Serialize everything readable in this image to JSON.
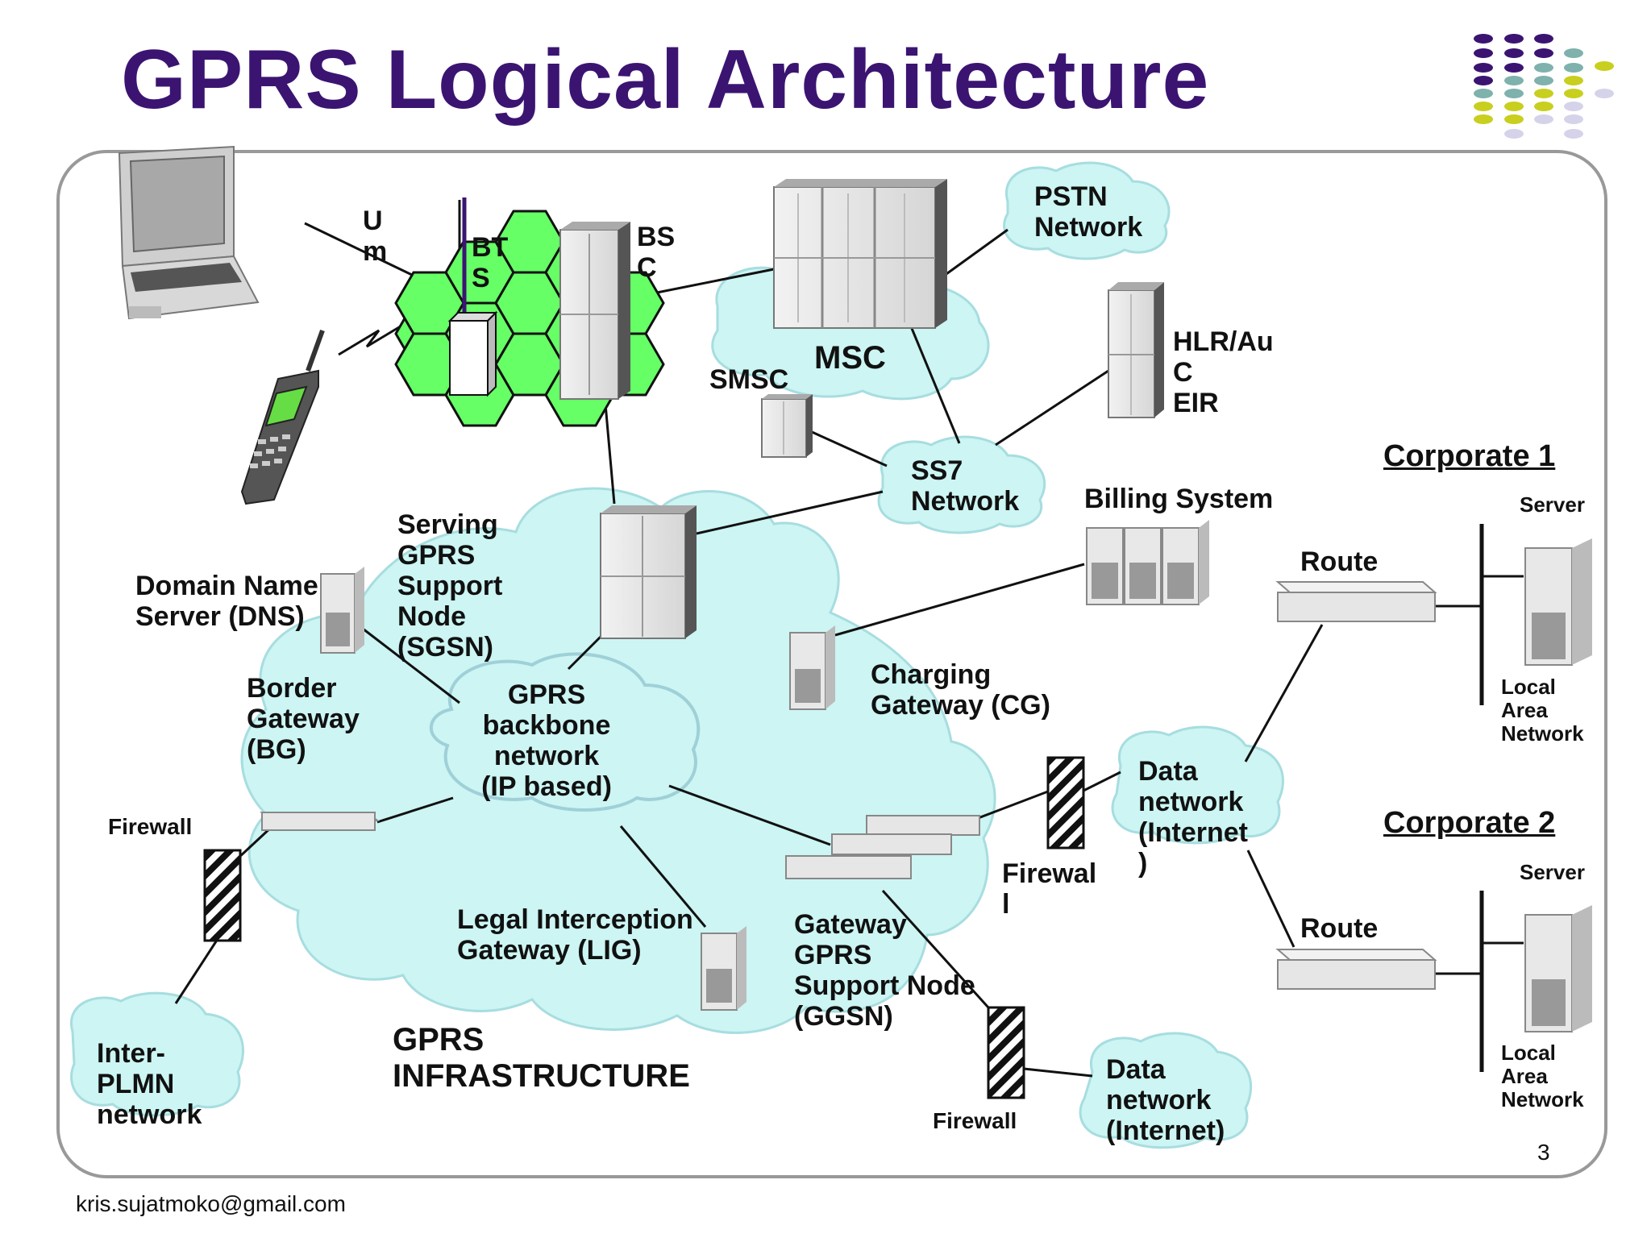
{
  "title": "GPRS Logical Architecture",
  "footer": {
    "email": "kris.sujatmoko@gmail.com",
    "page": "3"
  },
  "colors": {
    "title": "#3b1472",
    "cloud": "#ccf5f3",
    "cloud_edge": "#9fd9e0",
    "cell": "#66ff66",
    "dots_purple": "#3b1472",
    "dots_teal": "#7fb1ad",
    "dots_yellow": "#c8cf1e",
    "dots_lilac": "#d5d3ea"
  },
  "labels": {
    "um": "U\nm",
    "bts": "BT\nS",
    "bsc": "BS\nC",
    "msc": "MSC",
    "smsc": "SMSC",
    "pstn": "PSTN\nNetwork",
    "hlr": "HLR/Au\nC\nEIR",
    "ss7": "SS7\nNetwork",
    "billing": "Billing System",
    "sgsn": "Serving\nGPRS\nSupport\nNode\n(SGSN)",
    "dns": "Domain Name\nServer (DNS)",
    "bg": "Border\nGateway\n(BG)",
    "backbone": "GPRS\nbackbone\nnetwork\n(IP based)",
    "cg": "Charging\nGateway (CG)",
    "firewall_left": "Firewall",
    "lig": "Legal Interception\nGateway (LIG)",
    "ggsn": "Gateway\nGPRS\nSupport Node\n(GGSN)",
    "firewall_mid": "Firewal\nl",
    "data_net_1": "Data\nnetwork\n(Internet\n)",
    "firewall_bottom": "Firewall",
    "data_net_2": "Data\nnetwork\n(Internet)",
    "inter_plmn": "Inter-\nPLMN\nnetwork",
    "infra": "GPRS\nINFRASTRUCTURE",
    "corp1": "Corporate 1",
    "corp2": "Corporate 2",
    "route1": "Route",
    "route2": "Route",
    "server1": "Server",
    "server2": "Server",
    "lan1": "Local\nArea\nNetwork",
    "lan2": "Local\nArea\nNetwork"
  }
}
